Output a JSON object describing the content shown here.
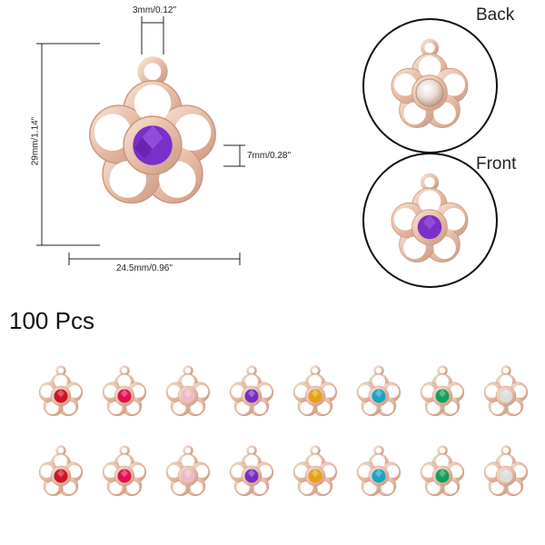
{
  "dimensions": {
    "loop_width": "3mm/0.12\"",
    "stone_diameter": "7mm/0.28\"",
    "height": "29mm/1.14\"",
    "width": "24.5mm/0.96\""
  },
  "views": {
    "back_label": "Back",
    "front_label": "Front"
  },
  "quantity_label": "100 Pcs",
  "colors": {
    "metal": "#e9c3ae",
    "metal_dark": "#c89a82",
    "main_stone": "#7a2fc8"
  },
  "variants": [
    {
      "name": "red",
      "color": "#d01228"
    },
    {
      "name": "rose",
      "color": "#e0104f"
    },
    {
      "name": "light-rose",
      "color": "#f0b9c8"
    },
    {
      "name": "amethyst",
      "color": "#7a2bc4"
    },
    {
      "name": "topaz",
      "color": "#e6a216"
    },
    {
      "name": "aquamarine",
      "color": "#1aa3c4"
    },
    {
      "name": "emerald",
      "color": "#12a05a"
    },
    {
      "name": "crystal",
      "color": "#dcdcdc"
    }
  ]
}
